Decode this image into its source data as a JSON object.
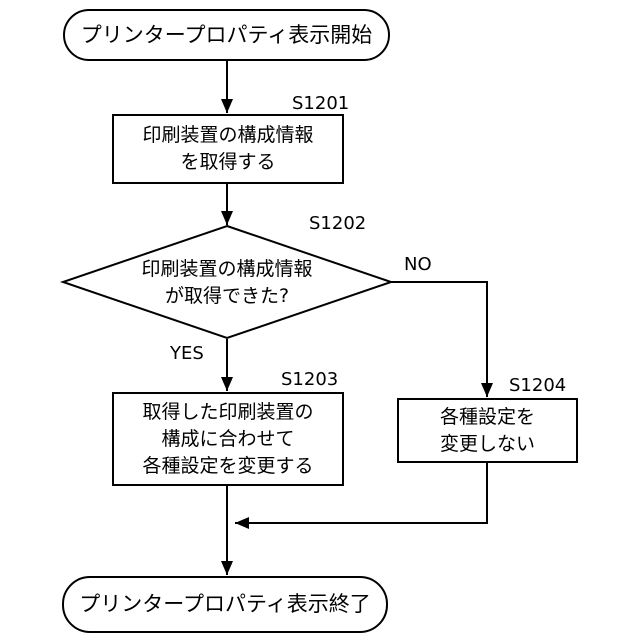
{
  "flowchart": {
    "title": "printer-property-display-flow",
    "colors": {
      "stroke": "#000000",
      "node_fill": "#ffffff",
      "background": "#ffffff"
    },
    "start": {
      "label": "プリンタープロパティ表示開始"
    },
    "step_s1201": {
      "id": "S1201",
      "lines": [
        "印刷装置の構成情報",
        "を取得する"
      ]
    },
    "decision_s1202": {
      "id": "S1202",
      "lines": [
        "印刷装置の構成情報",
        "が取得できた?"
      ],
      "yes_label": "YES",
      "no_label": "NO"
    },
    "step_s1203": {
      "id": "S1203",
      "lines": [
        "取得した印刷装置の",
        "構成に合わせて",
        "各種設定を変更する"
      ]
    },
    "step_s1204": {
      "id": "S1204",
      "lines": [
        "各種設定を",
        "変更しない"
      ]
    },
    "end": {
      "label": "プリンタープロパティ表示終了"
    }
  }
}
